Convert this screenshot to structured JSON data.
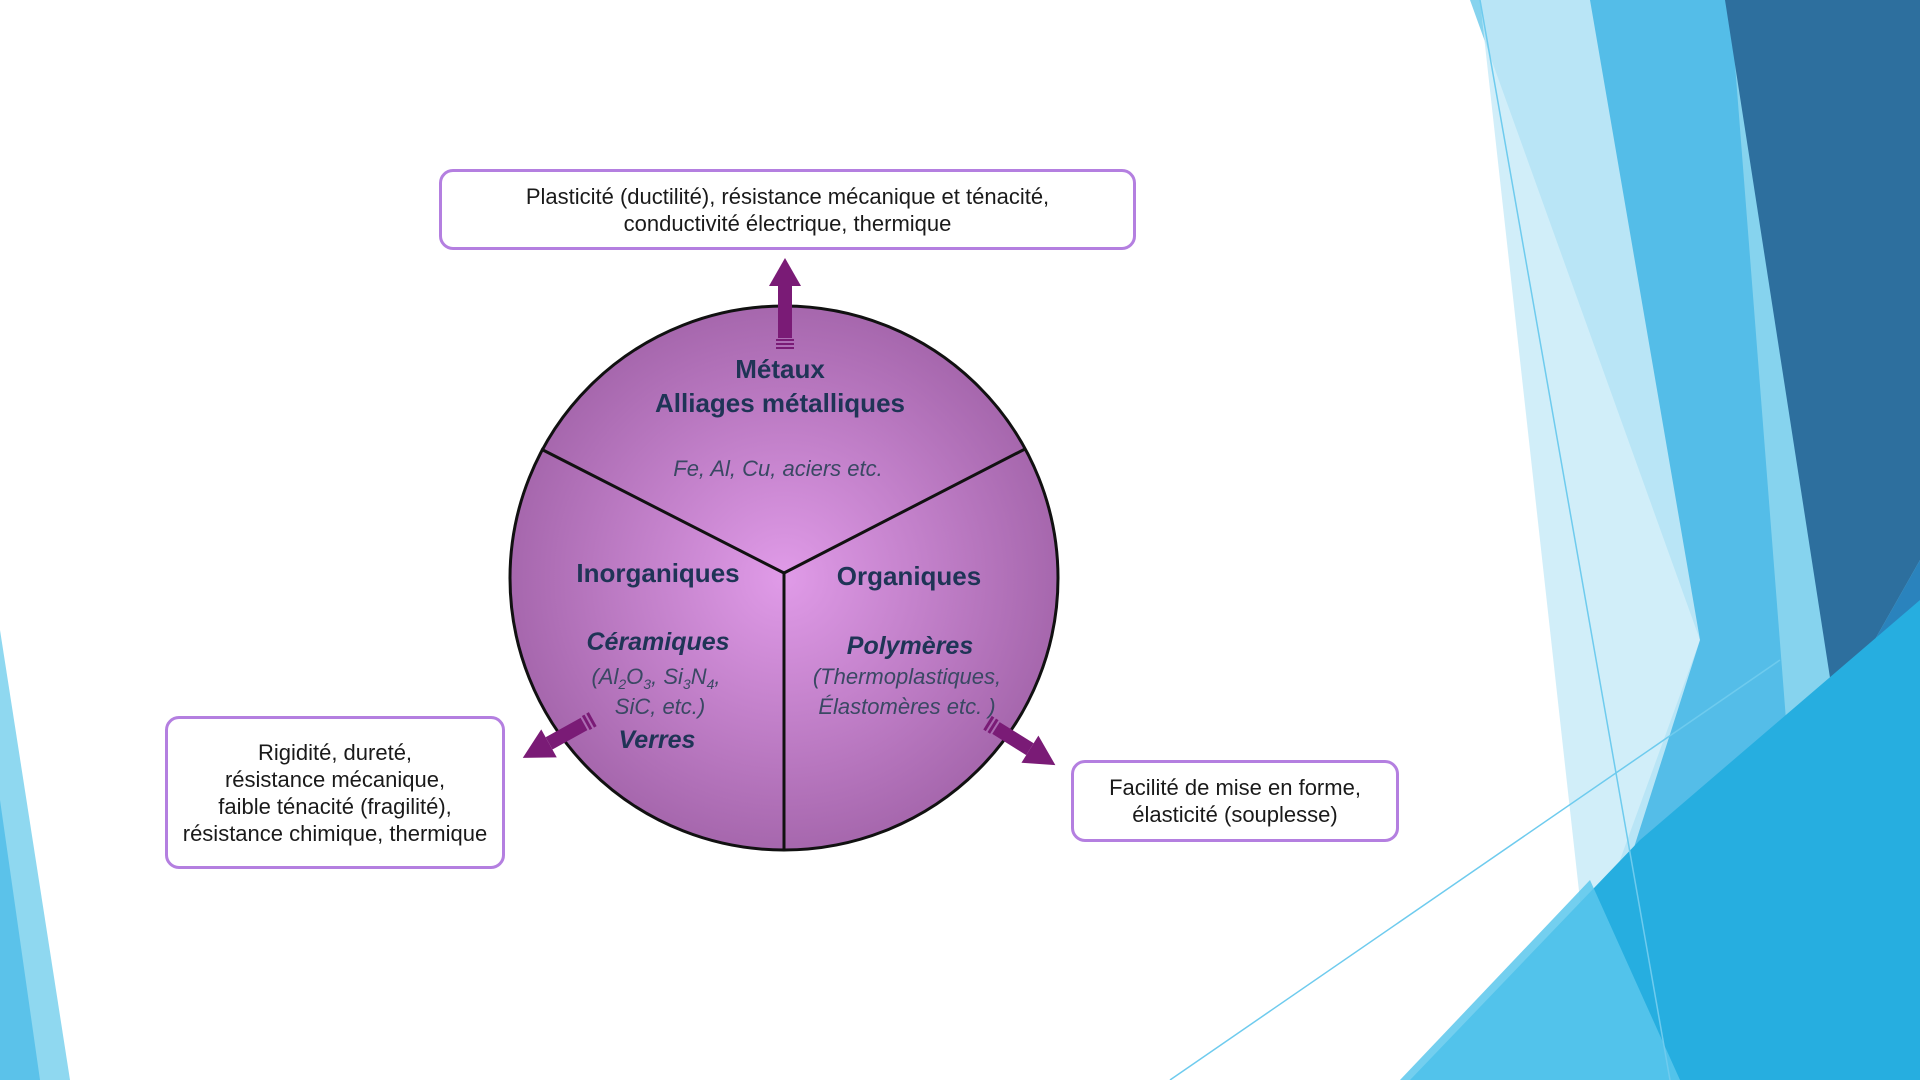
{
  "metaux": {
    "title": "Métaux",
    "subtitle": "Alliages métalliques",
    "examples": "Fe, Al, Cu, aciers etc.",
    "properties": [
      "Plasticité (ductilité), résistance mécanique et ténacité,",
      "conductivité électrique, thermique"
    ]
  },
  "inorganiques": {
    "title": "Inorganiques",
    "subtitle": "Céramiques",
    "examples_line1": {
      "p1": "(Al",
      "s1": "2",
      "p2": "O",
      "s2": "3",
      "p3": ", Si",
      "s3": "3",
      "p4": "N",
      "s4": "4",
      "p5": ","
    },
    "examples_line2": "SiC, etc.)",
    "subtitle2": "Verres",
    "properties": [
      "Rigidité, dureté,",
      "résistance mécanique,",
      "faible ténacité (fragilité),",
      "résistance chimique, thermique"
    ]
  },
  "organiques": {
    "title": "Organiques",
    "subtitle": "Polymères",
    "examples_line1": "(Thermoplastiques,",
    "examples_line2": "Élastomères etc. )",
    "properties": [
      "Facilité de mise en forme,",
      "élasticité (souplesse)"
    ]
  },
  "colors": {
    "circle_center": "#e09be8",
    "circle_edge": "#a667ad",
    "arrow": "#7a1b76",
    "box_border": "#b47fe0",
    "text_dark": "#1f3456",
    "accent_light": "#7fd2ef",
    "accent_mid": "#2eb4e6",
    "accent_dark": "#2f6fa0"
  }
}
